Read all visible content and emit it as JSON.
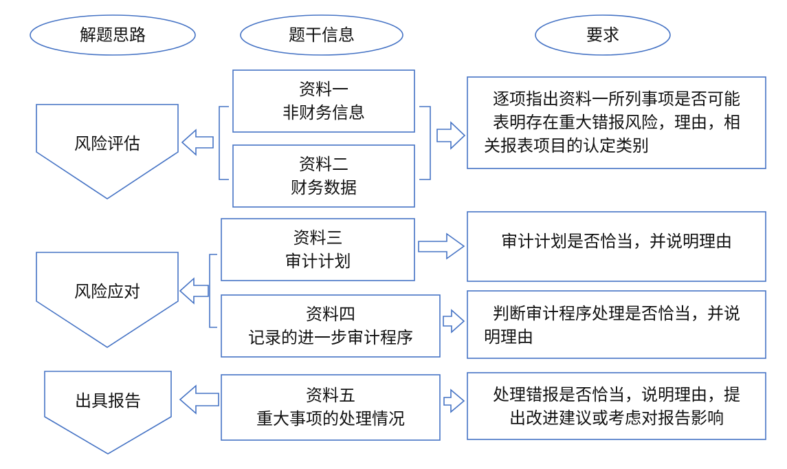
{
  "headers": {
    "approach": "解题思路",
    "info": "题干信息",
    "requirement": "要求"
  },
  "phases": {
    "risk_assessment": "风险评估",
    "risk_response": "风险应对",
    "reporting": "出具报告"
  },
  "materials": {
    "m1": {
      "title": "资料一",
      "subtitle": "非财务信息"
    },
    "m2": {
      "title": "资料二",
      "subtitle": "财务数据"
    },
    "m3": {
      "title": "资料三",
      "subtitle": "审计计划"
    },
    "m4": {
      "title": "资料四",
      "subtitle": "记录的进一步审计程序"
    },
    "m5": {
      "title": "资料五",
      "subtitle": "重大事项的处理情况"
    }
  },
  "requirements": {
    "r1": {
      "line1": "逐项指出资料一所列事项是否可能",
      "line2": "表明存在重大错报风险，理由，相",
      "line3": "关报表项目的认定类别"
    },
    "r2": {
      "line1": "审计计划是否恰当，并说明理由"
    },
    "r3": {
      "line1": "判断审计程序处理是否恰当，并说",
      "line2": "明理由"
    },
    "r4": {
      "line1": "处理错报是否恰当，说明理由，提",
      "line2": "出改进建议或考虑对报告影响"
    }
  },
  "colors": {
    "stroke": "#4472C4",
    "text": "#111111",
    "background": "#FFFFFF"
  }
}
